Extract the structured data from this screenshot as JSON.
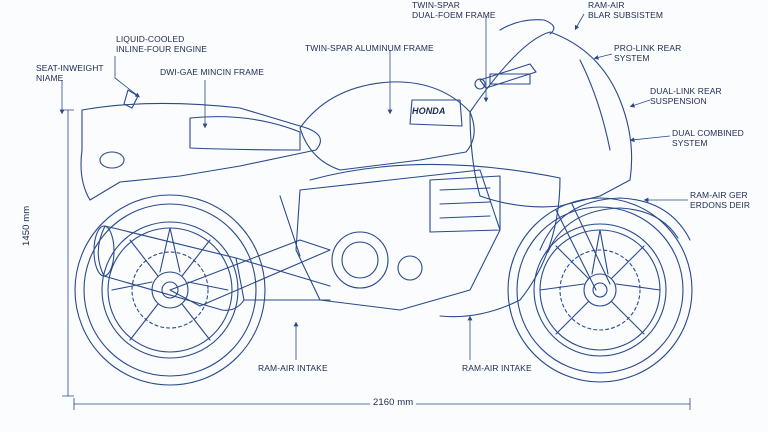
{
  "brand_badge": "HONDA",
  "labels": {
    "engine": "LIQUID-COOLED\nINLINE-FOUR ENGINE",
    "seat": "SEAT-INWEIGHT\nNIAME",
    "frame_left": "DWI-GAE MINCIN FRAME",
    "frame_center": "TWIN-SPAR ALUMINUM FRAME",
    "frame_top": "TWIN-SPAR\nDUAL-FOEM FRAME",
    "ram_air_top": "RAM-AIR\nBLAR SUBSISTEM",
    "prolink": "PRO-LINK REAR\nSYSTEM",
    "dual_rear": "DUAL-LINK REAR\nSUSPENSION",
    "dual_combined": "DUAL COMBINED\nSYSTEM",
    "ram_air_ger": "RAM-AIR GER\nERDONS DEIR",
    "ram_air_intake_left": "RAM-AIR INTAKE",
    "ram_air_intake_right": "RAM-AIR INTAKE"
  },
  "dimensions": {
    "height": "1450 mm",
    "length": "2160 mm"
  },
  "colors": {
    "line": "#2a4a8c",
    "line_light": "#8fa6d1",
    "text": "#1d2a4d"
  }
}
